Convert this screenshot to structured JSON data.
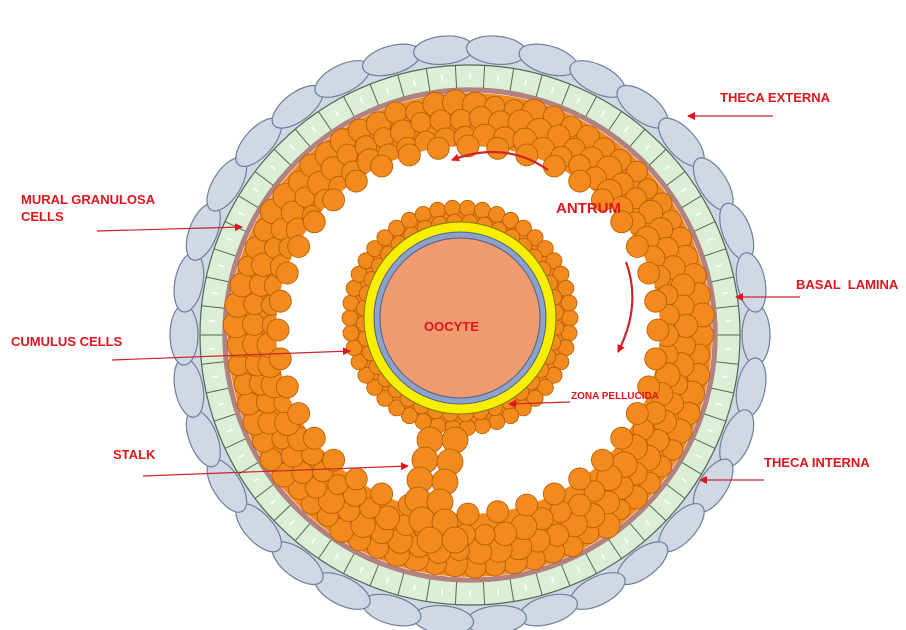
{
  "labels": {
    "theca_externa": "THECA EXTERNA",
    "mural_granulosa_line1": "MURAL GRANULOSA",
    "mural_granulosa_line2": "CELLS",
    "antrum": "ANTRUM",
    "basal_lamina": "BASAL  LAMINA",
    "cumulus_cells": "CUMULUS CELLS",
    "oocyte": "OOCYTE",
    "zona_pellucida": "ZONA PELLUCIDA",
    "stalk": "STALK",
    "theca_interna": "THECA INTERNA"
  },
  "colors": {
    "label_red": "#e0151b",
    "theca_externa_fill": "#cfd8e4",
    "theca_externa_stroke": "#6f7f96",
    "theca_interna_fill": "#dcefd6",
    "theca_interna_stroke": "#4d6a55",
    "basal_lamina": "#b5817f",
    "granulosa_fill": "#f28a1e",
    "granulosa_stroke": "#b35a00",
    "zona_pellucida": "#f7ee00",
    "oocyte_ring": "#8ea1c8",
    "oocyte_fill": "#ef9a70"
  }
}
